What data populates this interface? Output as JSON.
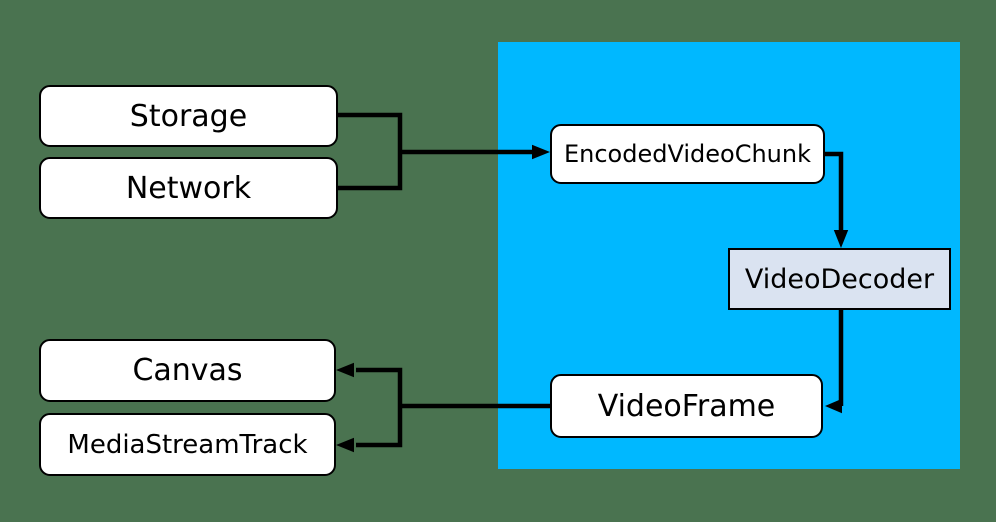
{
  "diagram": {
    "description": "Video decode pipeline diagram",
    "colors": {
      "background": "#4A7350",
      "api_region": "#00B8FF",
      "node_fill": "#FFFFFF",
      "decoder_fill": "#DAE3F1",
      "border": "#000000",
      "arrow": "#000000"
    },
    "nodes": {
      "storage": {
        "label": "Storage"
      },
      "network": {
        "label": "Network"
      },
      "encoded_video_chunk": {
        "label": "EncodedVideoChunk"
      },
      "video_decoder": {
        "label": "VideoDecoder"
      },
      "video_frame": {
        "label": "VideoFrame"
      },
      "canvas": {
        "label": "Canvas"
      },
      "media_stream_track": {
        "label": "MediaStreamTrack"
      }
    },
    "edges": [
      {
        "from": "Storage",
        "to": "EncodedVideoChunk"
      },
      {
        "from": "Network",
        "to": "EncodedVideoChunk"
      },
      {
        "from": "EncodedVideoChunk",
        "to": "VideoDecoder"
      },
      {
        "from": "VideoDecoder",
        "to": "VideoFrame"
      },
      {
        "from": "VideoFrame",
        "to": "Canvas"
      },
      {
        "from": "VideoFrame",
        "to": "MediaStreamTrack"
      }
    ]
  }
}
